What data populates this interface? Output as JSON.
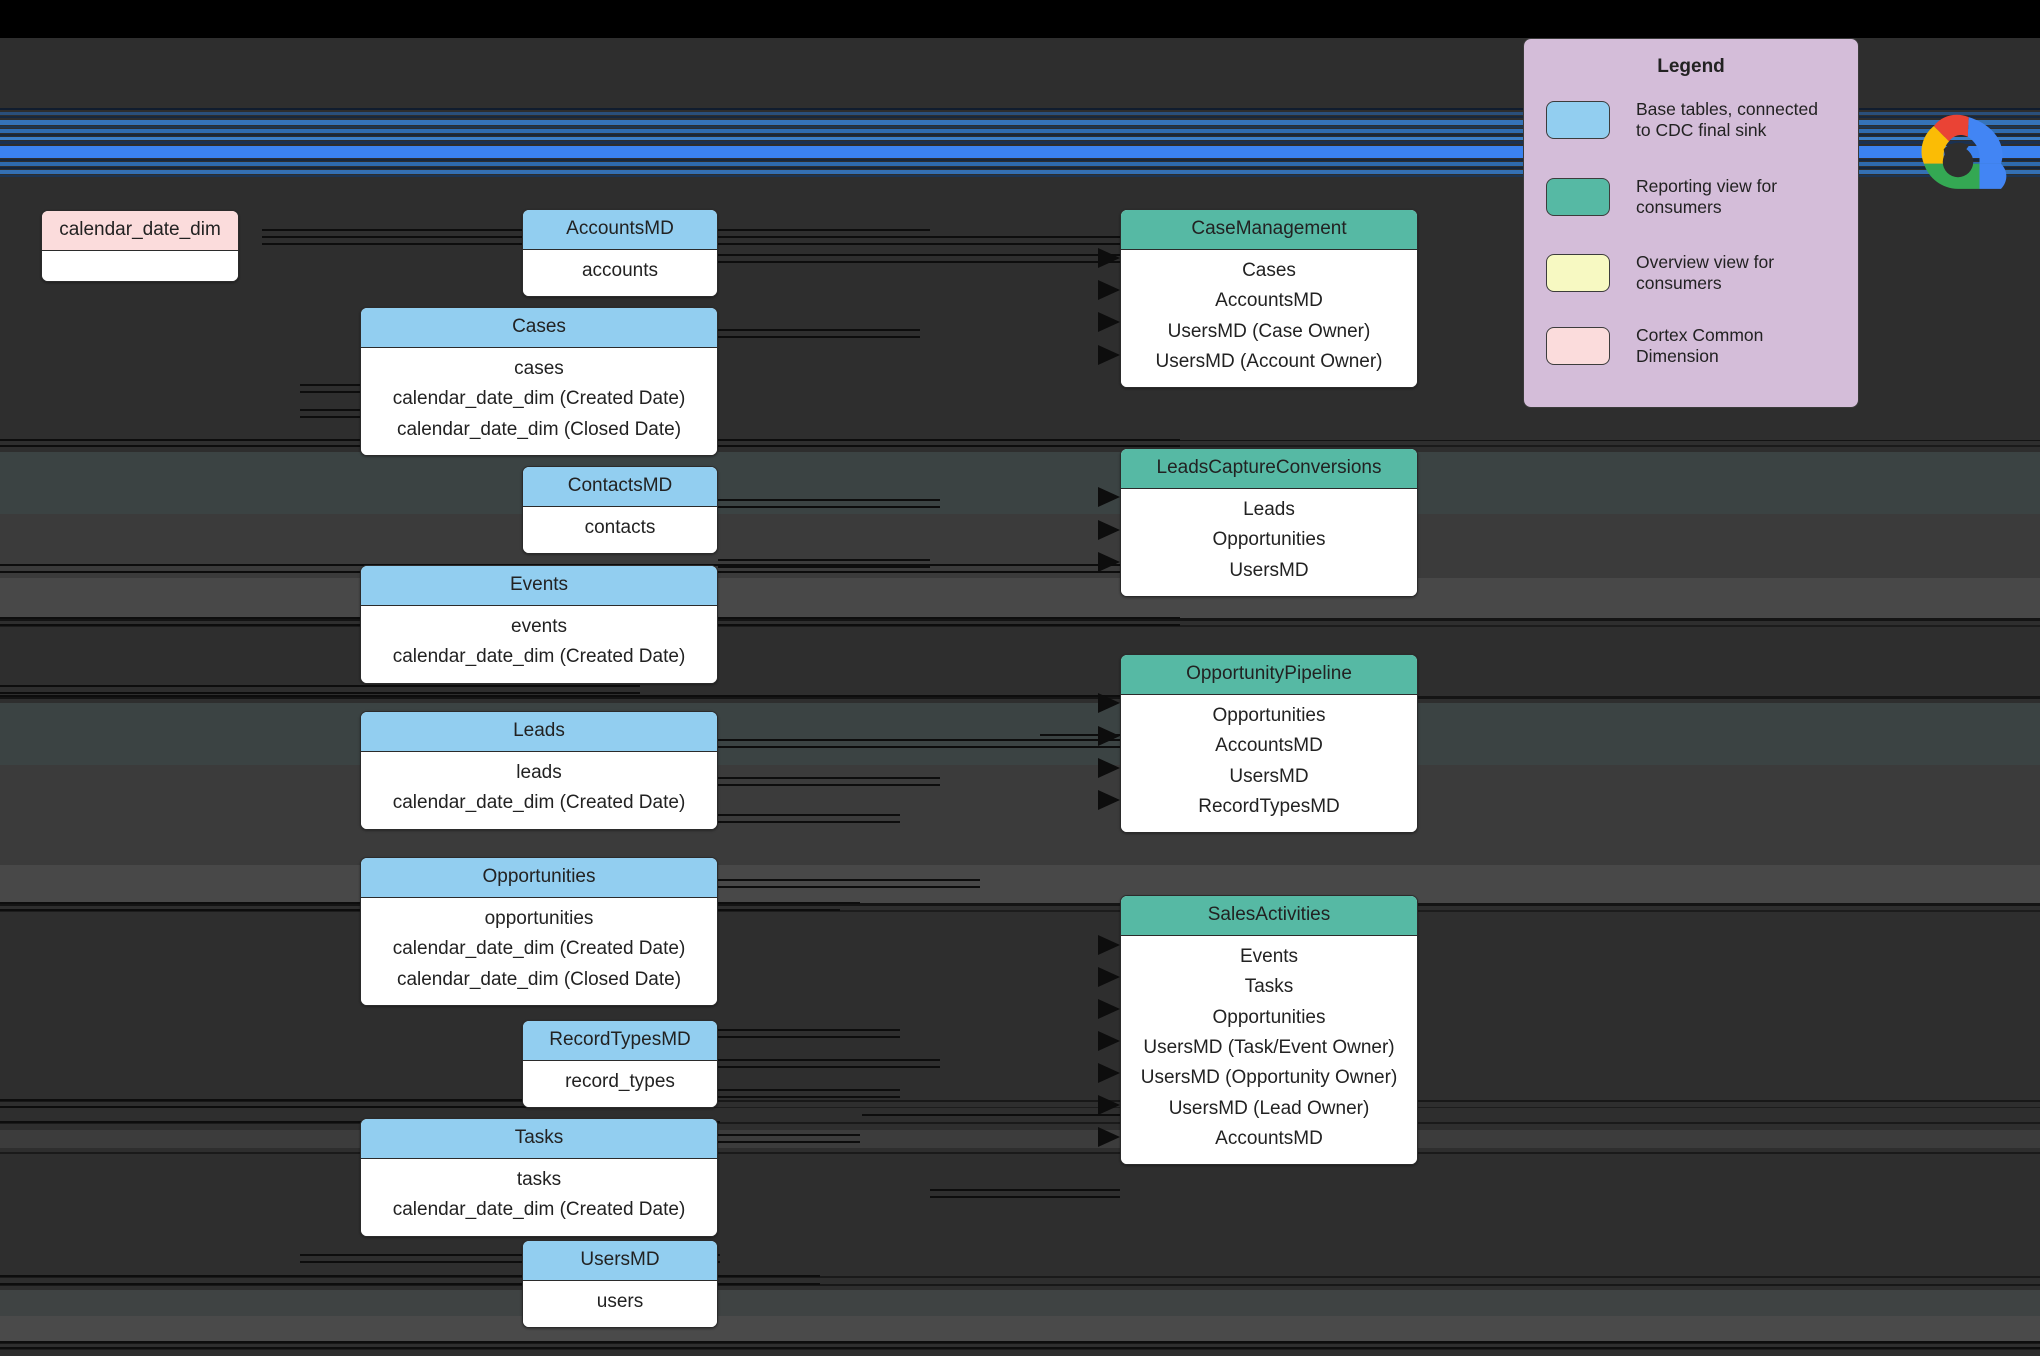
{
  "legend": {
    "title": "Legend",
    "items": [
      {
        "color": "#92cef0",
        "label": "Base tables, connected to CDC final sink",
        "name": "base-tables"
      },
      {
        "color": "#56b9a4",
        "label": "Reporting view for consumers",
        "name": "reporting-view"
      },
      {
        "color": "#f7f9c2",
        "label": "Overview view for consumers",
        "name": "overview-view"
      },
      {
        "color": "#fbdcdc",
        "label": "Cortex Common Dimension",
        "name": "cortex-common-dimension"
      }
    ]
  },
  "colors": {
    "base_table": "#92cef0",
    "reporting_view": "#56b9a4",
    "overview_view": "#f7f9c2",
    "cortex_dimension": "#fbdcdc",
    "legend_bg": "#d4bdd9",
    "canvas_bg": "#2e2e2e"
  },
  "nodes": {
    "calendar_date_dim": {
      "title": "calendar_date_dim",
      "rows": [],
      "type": "cortex_dimension"
    },
    "accountsmd": {
      "title": "AccountsMD",
      "rows": [
        "accounts"
      ],
      "type": "base_table"
    },
    "cases": {
      "title": "Cases",
      "rows": [
        "cases",
        "calendar_date_dim (Created Date)",
        "calendar_date_dim (Closed Date)"
      ],
      "type": "base_table"
    },
    "contactsmd": {
      "title": "ContactsMD",
      "rows": [
        "contacts"
      ],
      "type": "base_table"
    },
    "events": {
      "title": "Events",
      "rows": [
        "events",
        "calendar_date_dim (Created Date)"
      ],
      "type": "base_table"
    },
    "leads": {
      "title": "Leads",
      "rows": [
        "leads",
        "calendar_date_dim (Created Date)"
      ],
      "type": "base_table"
    },
    "opportunities": {
      "title": "Opportunities",
      "rows": [
        "opportunities",
        "calendar_date_dim (Created Date)",
        "calendar_date_dim (Closed Date)"
      ],
      "type": "base_table"
    },
    "recordtypesmd": {
      "title": "RecordTypesMD",
      "rows": [
        "record_types"
      ],
      "type": "base_table"
    },
    "tasks": {
      "title": "Tasks",
      "rows": [
        "tasks",
        "calendar_date_dim (Created Date)"
      ],
      "type": "base_table"
    },
    "usersmd": {
      "title": "UsersMD",
      "rows": [
        "users"
      ],
      "type": "base_table"
    },
    "casemanagement": {
      "title": "CaseManagement",
      "rows": [
        "Cases",
        "AccountsMD",
        "UsersMD (Case Owner)",
        "UsersMD (Account Owner)"
      ],
      "type": "reporting_view"
    },
    "leadscaptureconversions": {
      "title": "LeadsCaptureConversions",
      "rows": [
        "Leads",
        "Opportunities",
        "UsersMD"
      ],
      "type": "reporting_view"
    },
    "opportunitypipeline": {
      "title": "OpportunityPipeline",
      "rows": [
        "Opportunities",
        "AccountsMD",
        "UsersMD",
        "RecordTypesMD"
      ],
      "type": "reporting_view"
    },
    "salesactivities": {
      "title": "SalesActivities",
      "rows": [
        "Events",
        "Tasks",
        "Opportunities",
        "UsersMD (Task/Event Owner)",
        "UsersMD (Opportunity Owner)",
        "UsersMD (Lead Owner)",
        "AccountsMD"
      ],
      "type": "reporting_view"
    }
  },
  "logo": {
    "name": "google-cloud-logo"
  }
}
